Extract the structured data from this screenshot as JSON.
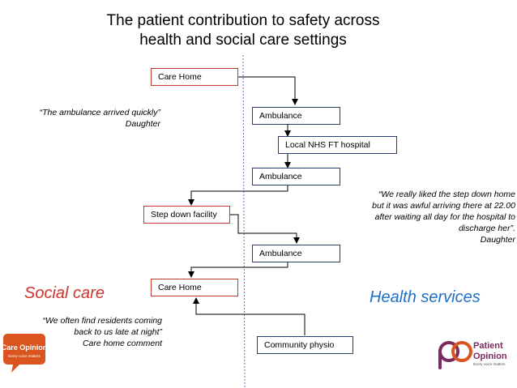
{
  "title": {
    "line1": "The patient contribution to safety across",
    "line2": "health and social care settings"
  },
  "boxes": {
    "care_home_1": "Care Home",
    "ambulance_1": "Ambulance",
    "hospital": "Local NHS FT hospital",
    "ambulance_2": "Ambulance",
    "step_down": "Step down facility",
    "ambulance_3": "Ambulance",
    "care_home_2": "Care Home",
    "community_physio": "Community physio"
  },
  "quotes": {
    "ambulance": [
      "“The ambulance arrived quickly”",
      "Daughter"
    ],
    "step_down": [
      "“We really liked the step down home",
      "but it was awful arriving there at 22.00",
      "after waiting all day for the hospital to",
      "discharge her”.",
      "Daughter"
    ],
    "residents": [
      "“We often find residents coming",
      "back to us late at night”",
      "Care home comment"
    ]
  },
  "labels": {
    "social_care": "Social care",
    "health_services": "Health services"
  },
  "logos": {
    "left": {
      "line1": "Care Opinion",
      "line2": "Every voice matters"
    },
    "right": {
      "line1": "Patient",
      "line2": "Opinion",
      "line3": "Every voice matters"
    }
  },
  "colors": {
    "box_border": "#2c3f73",
    "care_home_border": "#c0392b",
    "social_care": "#d0312d",
    "health_services": "#1f6fc6",
    "divider": "#6a6ab0",
    "logo_orange": "#d9541e",
    "logo_plum": "#7a2a5e"
  }
}
